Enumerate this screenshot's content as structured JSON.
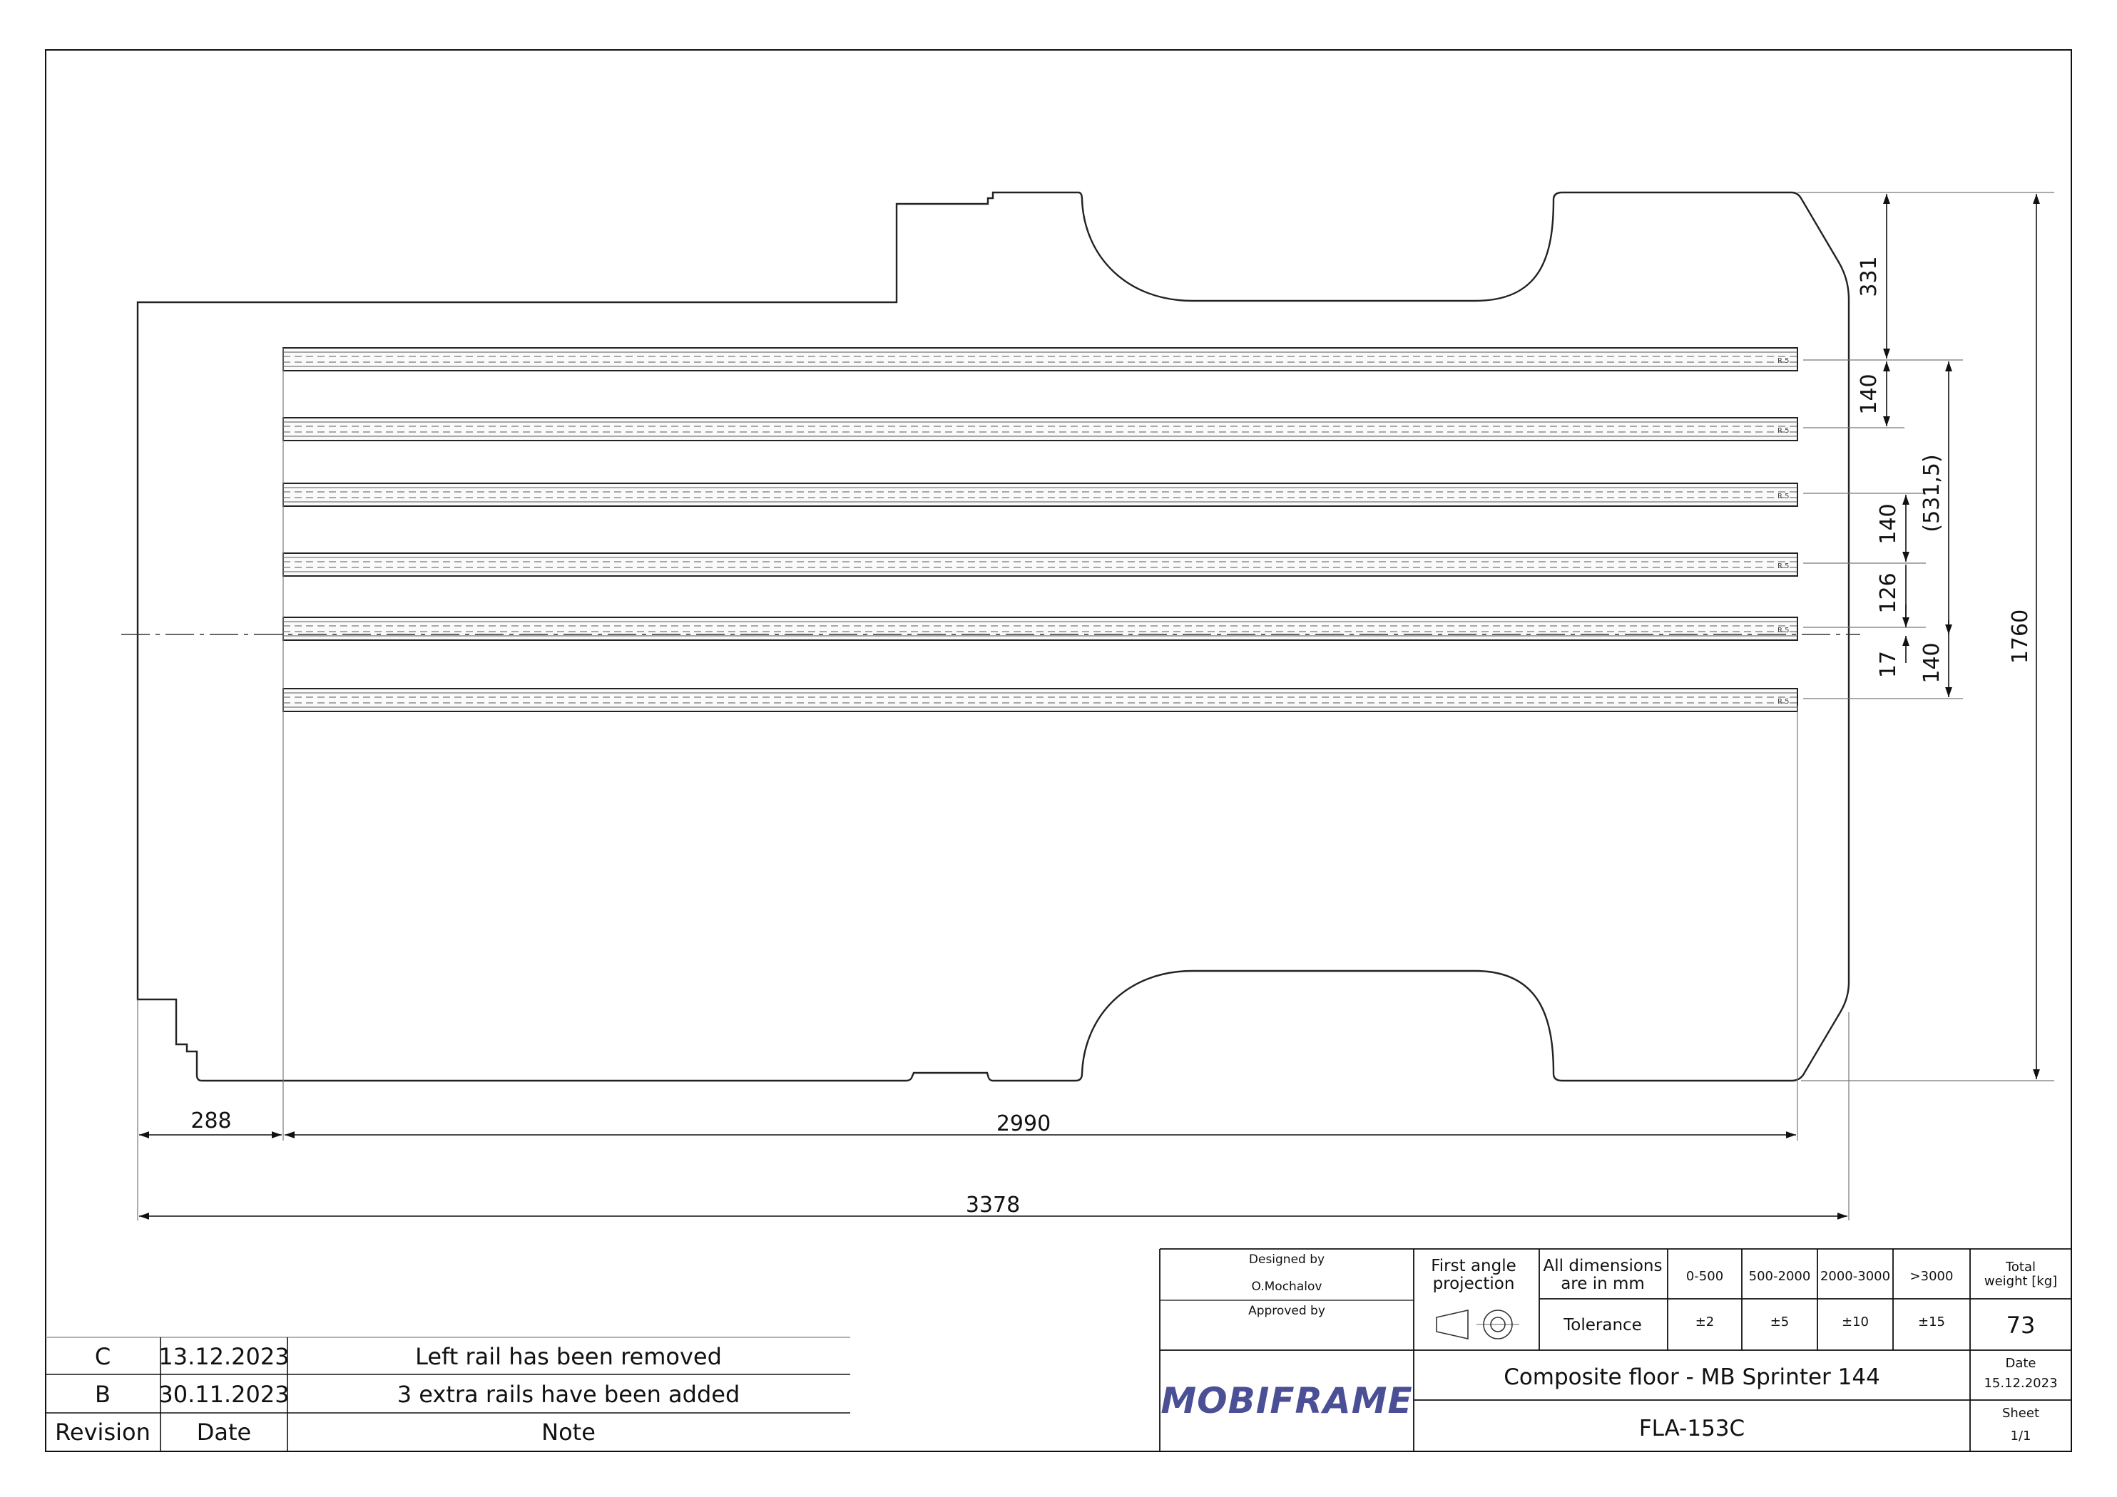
{
  "dimensions": {
    "d331": "331",
    "d140_top": "140",
    "d531_5": "(531,5)",
    "d140_mid": "140",
    "d126": "126",
    "d17": "17",
    "d140_low": "140",
    "d1760": "1760",
    "d288": "288",
    "d2990": "2990",
    "d3378": "3378"
  },
  "rails": {
    "count": 6,
    "marker": "R 5"
  },
  "title_block": {
    "designed_by_label": "Designed by",
    "designed_by": "O.Mochalov",
    "approved_by_label": "Approved by",
    "projection_label_1": "First angle",
    "projection_label_2": "projection",
    "dimensions_note_1": "All dimensions",
    "dimensions_note_2": "are in mm",
    "tolerance_label": "Tolerance",
    "ranges": [
      "0-500",
      "500-2000",
      "2000-3000",
      ">3000"
    ],
    "tolerances": [
      "±2",
      "±5",
      "±10",
      "±15"
    ],
    "weight_label_1": "Total",
    "weight_label_2": "weight [kg]",
    "weight": "73",
    "logo": "MOBIFRAME",
    "title": "Composite floor - MB Sprinter 144",
    "drawing_number": "FLA-153C",
    "date_label": "Date",
    "date": "15.12.2023",
    "sheet_label": "Sheet",
    "sheet": "1/1"
  },
  "revisions": {
    "rows": [
      {
        "rev": "C",
        "date": "13.12.2023",
        "note": "Left rail has been removed"
      },
      {
        "rev": "B",
        "date": "30.11.2023",
        "note": "3 extra rails have been added"
      }
    ],
    "headers": {
      "revision": "Revision",
      "date": "Date",
      "note": "Note"
    }
  }
}
